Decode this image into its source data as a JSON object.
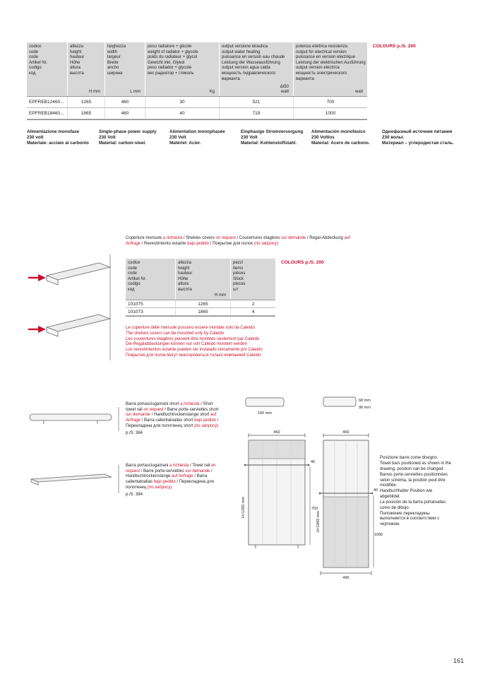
{
  "accent_color": "#c8102e",
  "header_bg": "#d8d8d8",
  "page_number": "161",
  "colours_link": {
    "label": "COLOURS p./S. 200"
  },
  "main_table": {
    "columns": [
      {
        "lines": [
          "codice",
          "code",
          "code",
          "Artikel Nr.",
          "codigo",
          "код"
        ],
        "unit_top": "",
        "unit": ""
      },
      {
        "lines": [
          "altezza",
          "height",
          "hauteur",
          "Höhe",
          "altura",
          "высота"
        ],
        "unit_top": "",
        "unit": "H mm"
      },
      {
        "lines": [
          "larghezza",
          "width",
          "largeur",
          "Breite",
          "ancho",
          "ширина"
        ],
        "unit_top": "",
        "unit": "L mm"
      },
      {
        "lines": [
          "peso radiatore + glicole",
          "weight of radiator + glycole",
          "poids du radiateur + glycol",
          "Gewicht inkl. Glykol",
          "peso radiador + glycole",
          "вес радиатор + гликоль"
        ],
        "unit_top": "",
        "unit": "Kg"
      },
      {
        "lines": [
          "output versione idraulica",
          "output water heating",
          "puissance en version eau chaude",
          "Leistung der Wasseausführung",
          "output version agua calda",
          "мощность гидравлического варианта"
        ],
        "unit_top": "Δt50",
        "unit": "watt"
      },
      {
        "lines": [
          "potenza elettrica resistenza",
          "output for electrical version",
          "puissance en version electrique",
          "Leistung der elektrischen Ausführung",
          "output version eléctrica",
          "мощность электрического варианта"
        ],
        "unit_top": "",
        "unit": "watt"
      }
    ],
    "rows": [
      {
        "code": "EPFREB12460...",
        "values": [
          "1265",
          "460",
          "30",
          "521",
          "700"
        ]
      },
      {
        "code": "EPFREB18460...",
        "values": [
          "1865",
          "460",
          "40",
          "719",
          "1000"
        ]
      }
    ]
  },
  "power_blocks": [
    {
      "lines": [
        "Alimentazione monofase",
        "230 volt",
        "Materiale: acciaio al carbonio"
      ]
    },
    {
      "lines": [
        "Single-phase power supply",
        "230 Volt",
        "Material: carbon-steel."
      ]
    },
    {
      "lines": [
        "Alimentation monophasée",
        "230 Volt",
        "Matériel: Acier."
      ]
    },
    {
      "lines": [
        "Einphasige Stromversorgung",
        "230 Volt",
        "Material: Kohlenstoffstahl."
      ]
    },
    {
      "lines": [
        "Alimentación monofásico",
        "230 Voltios",
        "Material: Acero de carbono."
      ]
    },
    {
      "lines": [
        "Однофазный источник питания",
        "230 вольт.",
        "Материал – углеродистая сталь."
      ]
    }
  ],
  "shelves_note": {
    "segments": [
      "Coperture mensole ",
      "a richiesta",
      " / Shelves covers ",
      "on request",
      " / Couvertures étagères ",
      "sur demande",
      " / Regal-Abdeckung ",
      "auf Anfrage",
      " / Revestimiento estante ",
      "bajo pedido",
      " / Покрытие для полок ",
      "(по запросу)"
    ]
  },
  "shelf_table": {
    "columns": [
      {
        "lines": [
          "codice",
          "code",
          "code",
          "Artikel Nr.",
          "codigo",
          "код"
        ],
        "unit_top": "",
        "unit": ""
      },
      {
        "lines": [
          "altezza",
          "height",
          "hauteur",
          "Höhe",
          "altura",
          "высота"
        ],
        "unit_top": "",
        "unit": "H mm"
      },
      {
        "lines": [
          "pezzi",
          "items",
          "pièces",
          "Stück",
          "piezas",
          "шт"
        ],
        "unit_top": "",
        "unit": ""
      }
    ],
    "rows": [
      {
        "values": [
          "101075",
          "1265",
          "2"
        ]
      },
      {
        "values": [
          "101073",
          "1865",
          "4"
        ]
      }
    ]
  },
  "caleido_warning": [
    "Le coperture delle mensole possono essere montate solo da Caleido",
    "The shelves covers can be mounted only by Caleido",
    "Les couvertures étagères peuvent être montées seulement par Caleido",
    "Die Regalabdeckungen können nur von Caleido montiert werden",
    "Los revestimientos estante pueden ser instalado únicamente por Caleido",
    "Покрытия для полок могут монтироваться только компанией Caleido"
  ],
  "towel_short_note": {
    "segments": [
      "Barra portasciugamani short ",
      "a richiesta",
      " / Short towel rail ",
      "on request",
      " / Barre porte-serviettes short ",
      "sur demande",
      " / Handtuchtrockenstange short ",
      "auf Anfrage",
      " / Barra calientatoallas short ",
      "bajo pedido",
      " / Перекладина для полотенец short ",
      "(по запросу)"
    ],
    "page_ref": "p./S. 384"
  },
  "towel_note": {
    "segments": [
      "Barra portasciugamani ",
      "a richiesta",
      " / Towel rail ",
      "on request",
      " / Barre porte-serviettes ",
      "sur demande",
      " / Handtuchtrockenstange ",
      "auf Anfrage",
      " / Barra calientatoallas ",
      "bajo pedido",
      " / Перекладина для полотенец ",
      "(по запросу)"
    ],
    "page_ref": "p./S. 384"
  },
  "position_note": [
    "Posizione barre come disegno.",
    "Towel bars positioned as shown in the drawing, position can be changed.",
    "Barres porte-serviettes positionnées selon schéma, la position peut être modifiée.",
    "Handtuchhalter Position wie abgebildet.",
    "La posición de la barra portatoallas como de dibujo.",
    "Положение перекладины выполняется в соответствии с чертежом."
  ],
  "drawings": {
    "top_views": {
      "left_label": "165 mm",
      "right_label_top": "68 mm",
      "right_label_bottom": "98 mm"
    },
    "front_left": {
      "width": "460",
      "height": "H=1265 mm",
      "rail_offset": "46",
      "rail_height": "750"
    },
    "front_right": {
      "width": "460",
      "height": "H=1865 mm",
      "rail_offset": "40",
      "rail_height": "1065",
      "base_width": "490"
    }
  }
}
